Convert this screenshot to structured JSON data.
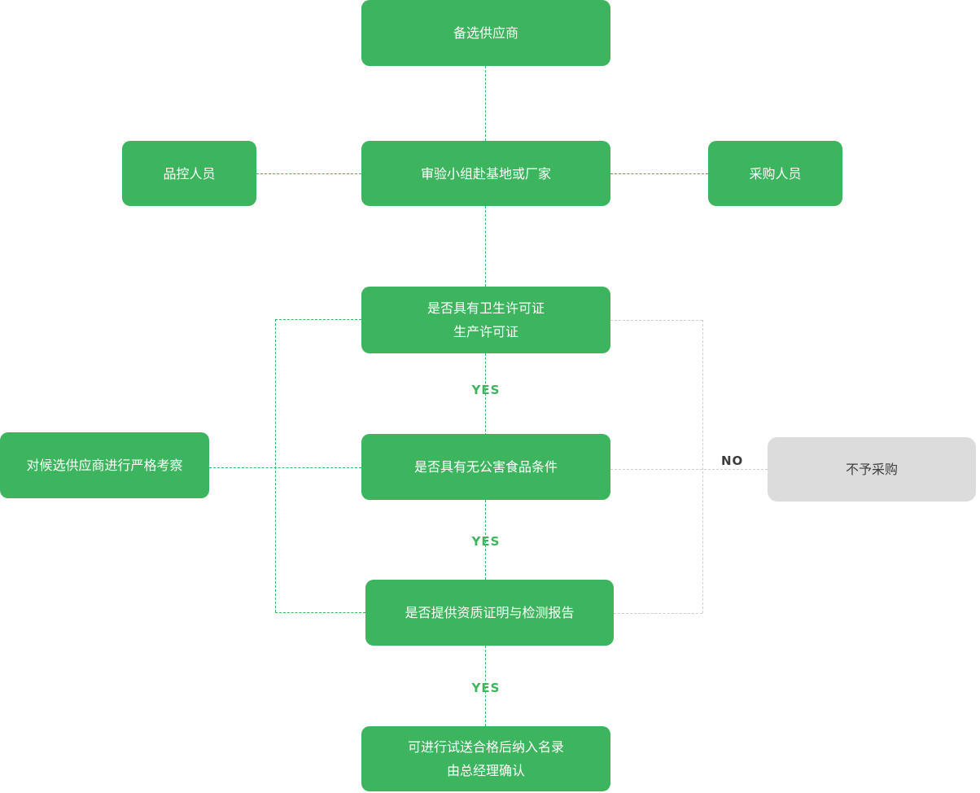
{
  "flowchart": {
    "title": "supplier-qualification-flow",
    "colors": {
      "node_green": "#3db45e",
      "node_gray": "#dcdcdc",
      "edge_green_dash": "#3db45e",
      "edge_gray_dash": "#cfcfcf",
      "node_text_light": "#ffffff",
      "node_text_dark": "#404040",
      "no_label_text": "#3b3b3b"
    },
    "nodes": {
      "candidate_supplier": {
        "label": "备选供应商"
      },
      "qc_staff": {
        "label": "品控人员"
      },
      "inspection_team": {
        "label": "审验小组赴基地或厂家"
      },
      "purchasing_staff": {
        "label": "采购人员"
      },
      "hygiene_license": {
        "label": "是否具有卫生许可证\n生产许可证"
      },
      "strict_review": {
        "label": "对候选供应商进行严格考察"
      },
      "pollution_free_condition": {
        "label": "是否具有无公害食品条件"
      },
      "no_purchase": {
        "label": "不予采购"
      },
      "certificates_reports": {
        "label": "是否提供资质证明与检测报告"
      },
      "trial_delivery": {
        "label": "可进行试送合格后纳入名录\n由总经理确认"
      }
    },
    "edge_labels": {
      "yes1": "YES",
      "yes2": "YES",
      "yes3": "YES",
      "no": "NO"
    }
  }
}
